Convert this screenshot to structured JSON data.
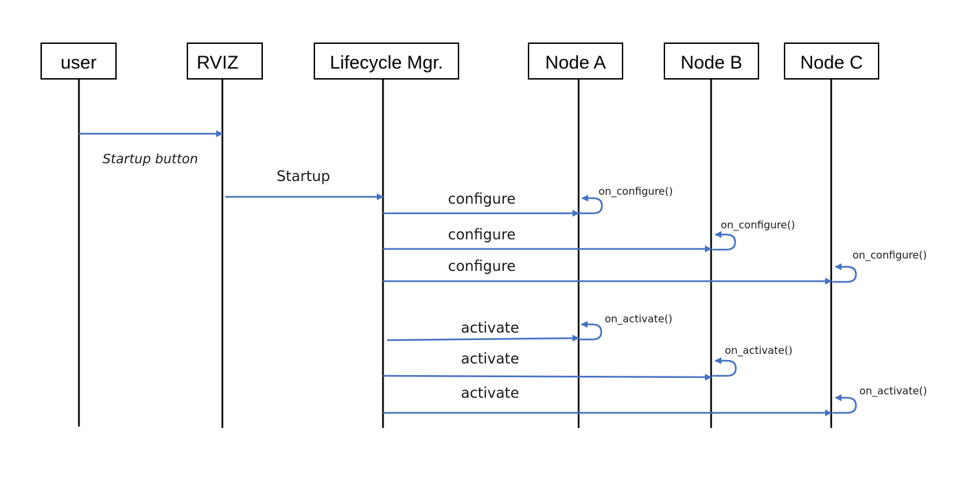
{
  "colors": {
    "arrow": "#4472C4",
    "line": "#000000"
  },
  "participants": [
    {
      "name": "user"
    },
    {
      "name": "RVIZ"
    },
    {
      "name": "Lifecycle Mgr."
    },
    {
      "name": "Node A"
    },
    {
      "name": "Node B"
    },
    {
      "name": "Node C"
    }
  ],
  "messages": [
    {
      "from": 0,
      "to": 1,
      "label": "Startup button"
    },
    {
      "from": 1,
      "to": 2,
      "label": "Startup"
    },
    {
      "from": 2,
      "to": 3,
      "label": "configure"
    },
    {
      "from": 2,
      "to": 4,
      "label": "configure"
    },
    {
      "from": 2,
      "to": 5,
      "label": "configure"
    },
    {
      "from": 2,
      "to": 3,
      "label": "activate"
    },
    {
      "from": 2,
      "to": 4,
      "label": "activate"
    },
    {
      "from": 2,
      "to": 5,
      "label": "activate"
    }
  ],
  "self_calls": [
    {
      "node": 3,
      "label": "on_configure()"
    },
    {
      "node": 4,
      "label": "on_configure()"
    },
    {
      "node": 5,
      "label": "on_configure()"
    },
    {
      "node": 3,
      "label": "on_activate()"
    },
    {
      "node": 4,
      "label": "on_activate()"
    },
    {
      "node": 5,
      "label": "on_activate()"
    }
  ]
}
